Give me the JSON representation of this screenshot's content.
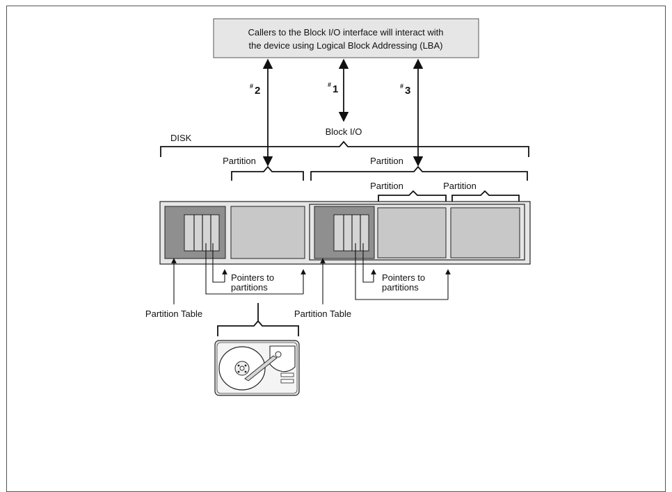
{
  "header_box": {
    "line1": "Callers to the Block I/O interface will interact with",
    "line2": "the device using Logical Block Addressing (LBA)"
  },
  "paths": {
    "one": {
      "hash": "#",
      "num": "1"
    },
    "two": {
      "hash": "#",
      "num": "2"
    },
    "three": {
      "hash": "#",
      "num": "3"
    }
  },
  "labels": {
    "block_io": "Block I/O",
    "disk": "DISK",
    "partition_left": "Partition",
    "partition_right": "Partition",
    "sub_partition_1": "Partition",
    "sub_partition_2": "Partition",
    "pointers_left_1": "Pointers to",
    "pointers_left_2": "partitions",
    "pointers_right_1": "Pointers to",
    "pointers_right_2": "partitions",
    "partition_table_left": "Partition Table",
    "partition_table_right": "Partition Table"
  },
  "colors": {
    "box_fill": "#e6e6e6",
    "partition_fill": "#c8c8c8",
    "table_fill": "#8f8f8f",
    "stroke": "#111111"
  },
  "icons": [
    "hard-drive-icon"
  ]
}
